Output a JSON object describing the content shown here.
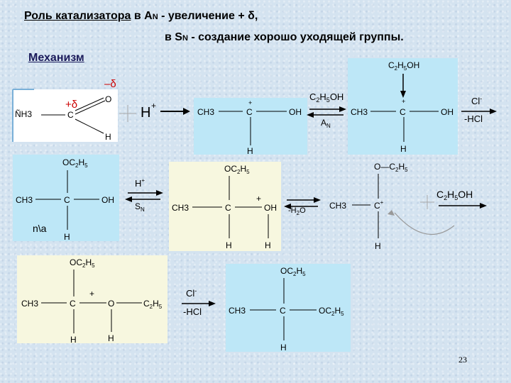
{
  "header": {
    "role_label": "Роль катализатора",
    "line1_rest": " в A",
    "an_sub": "N",
    "an_tail": " -  увеличение  + δ,",
    "line2_start": "в S",
    "sn_sub": "N",
    "line2_tail": " -  создание хорошо уходящей группы.",
    "mechanism": "Механизм  "
  },
  "labels": {
    "minus_delta": "–δ",
    "plus_delta": "+δ",
    "o": "O",
    "c": "C",
    "h": "H",
    "oh": "OH",
    "ch3": "CH3",
    "nh3": "ÑH3",
    "hplus_h": "H",
    "plus": "+",
    "c2h5oh_top": "C2H5OH",
    "c2h5oh_arrow": "C2H5OH",
    "a_n": "A",
    "n_sub": "N",
    "cl_minus": "Cl-",
    "minus_hcl": "-HCl",
    "oc2h5": "OC2H5",
    "s_n": "S",
    "na_label": "n\\a",
    "minus_h2o": "-H2O",
    "o_c2h5": "O—C2H5",
    "c_plus": "C+",
    "oc2h5_right": "OC2H5",
    "c2h5": "C2H5",
    "hh": "H"
  },
  "slide_number": "23",
  "colors": {
    "blue_panel": "#bde7f7",
    "cream_panel": "#f7f7df",
    "red_delta": "#cc0000"
  }
}
